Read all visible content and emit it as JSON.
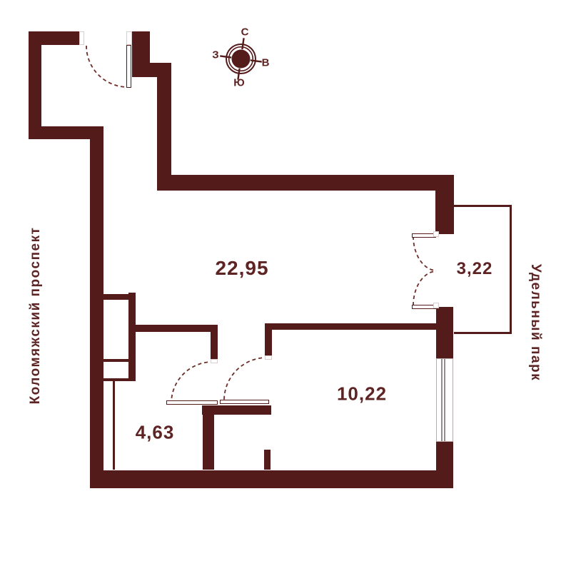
{
  "compass": {
    "north": "С",
    "east": "В",
    "south": "Ю",
    "west": "З"
  },
  "surroundings": {
    "left_street": "Коломяжский проспект",
    "right_park": "Удельный парк"
  },
  "rooms": [
    {
      "id": "room-main",
      "area": "22,95"
    },
    {
      "id": "room-balcony",
      "area": "3,22"
    },
    {
      "id": "room-right",
      "area": "10,22"
    },
    {
      "id": "room-lower-left",
      "area": "4,63"
    }
  ],
  "colors": {
    "wall": "#541b1b",
    "label": "#5e2323",
    "dash": "#6e2e2a"
  }
}
